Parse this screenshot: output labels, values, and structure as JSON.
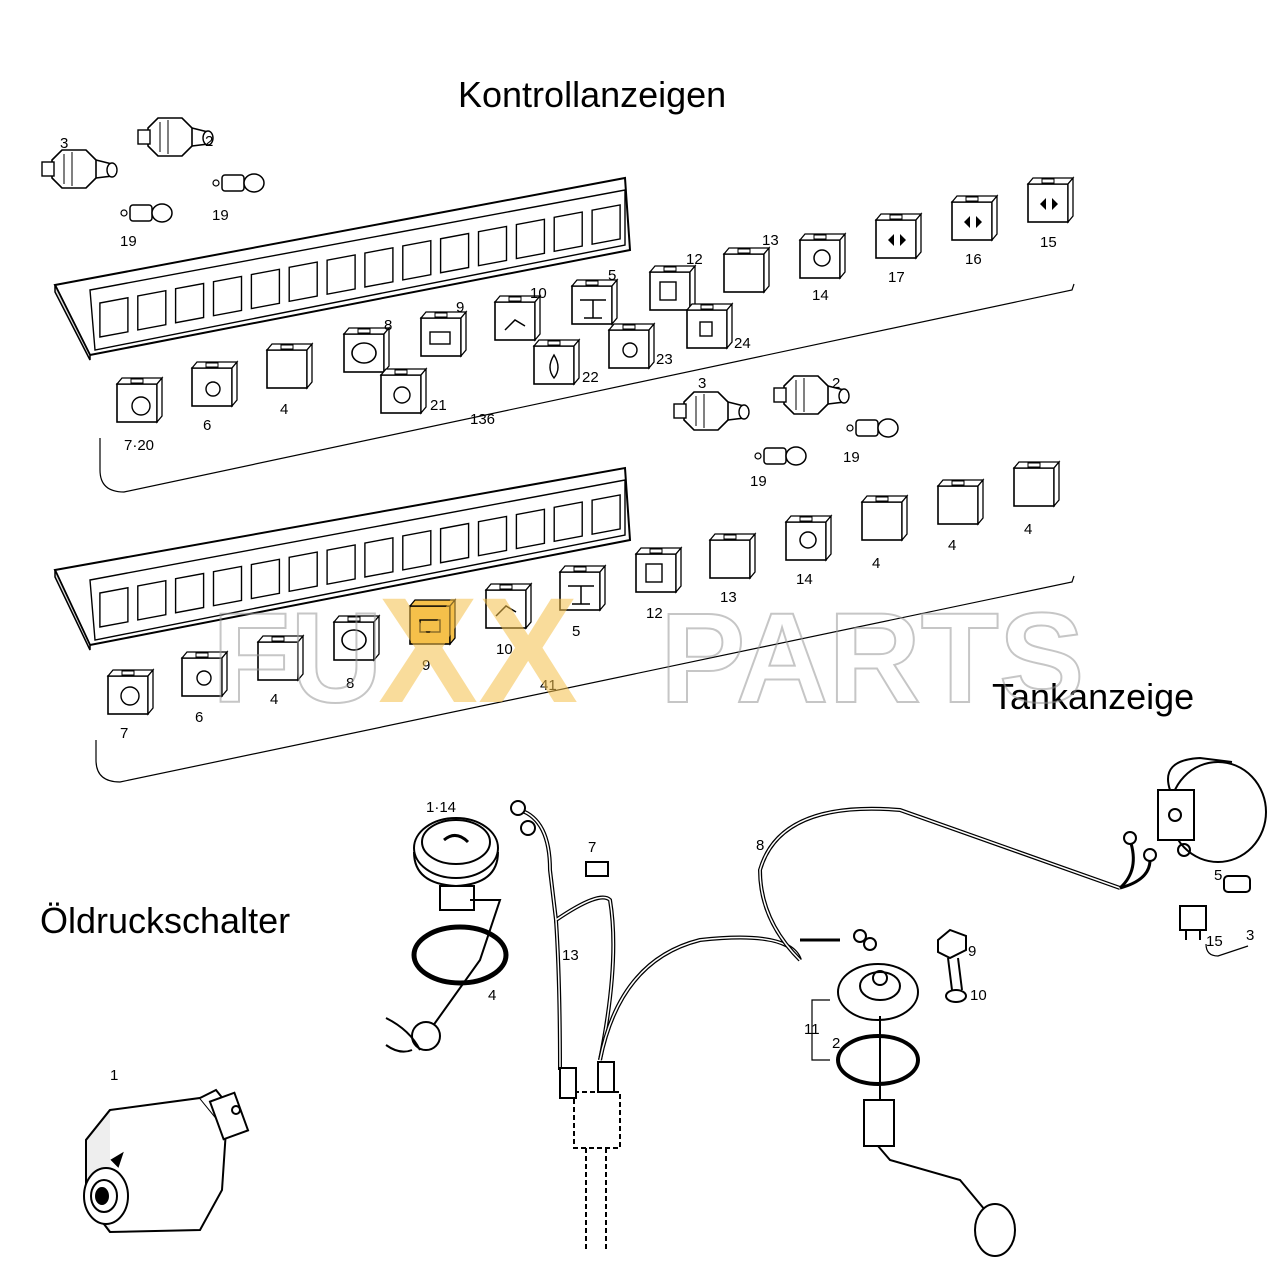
{
  "headings": {
    "kontrollanzeigen": "Kontrollanzeigen",
    "tankanzeige": "Tankanzeige",
    "oeldruckschalter": "Öldruckschalter"
  },
  "watermark": {
    "fu": "FU",
    "xx": "XX",
    "parts": "PARTS",
    "accent_color": "#f5c04a"
  },
  "assembly_upper": {
    "group_number": "136",
    "callouts": {
      "bulb_holder_a": "3",
      "bulb_holder_b": "2",
      "bulb_a": "19",
      "bulb_b": "19",
      "lamp_7_20": "7·20",
      "lamp_6": "6",
      "lamp_4": "4",
      "lamp_8": "8",
      "lamp_21": "21",
      "lamp_9": "9",
      "lamp_10": "10",
      "lamp_22": "22",
      "lamp_5": "5",
      "lamp_23": "23",
      "lamp_12": "12",
      "lamp_24": "24",
      "lamp_13": "13",
      "lamp_14": "14",
      "lamp_17": "17",
      "lamp_16": "16",
      "lamp_15": "15"
    }
  },
  "assembly_lower": {
    "group_number": "41",
    "callouts": {
      "bulb_holder_a": "3",
      "bulb_holder_b": "2",
      "bulb_a": "19",
      "bulb_b": "19",
      "lamp_7": "7",
      "lamp_6": "6",
      "lamp_4a": "4",
      "lamp_8": "8",
      "lamp_9": "9",
      "lamp_10": "10",
      "lamp_5": "5",
      "lamp_12": "12",
      "lamp_13": "13",
      "lamp_14": "14",
      "lamp_4b": "4",
      "lamp_4c": "4",
      "lamp_4d": "4"
    }
  },
  "tank_gauge": {
    "callouts": {
      "cap": "1·14",
      "seal": "4",
      "plug": "7",
      "harness": "13",
      "cable": "8",
      "bolt": "9",
      "washer": "10",
      "sender": "11",
      "oring": "2",
      "gauge_bulb": "5",
      "gauge_socket": "15",
      "gauge_group": "3"
    }
  },
  "oil_switch": {
    "callout": "1"
  }
}
